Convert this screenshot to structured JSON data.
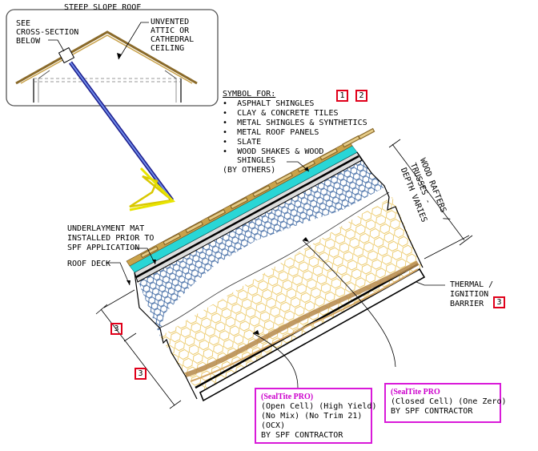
{
  "title": "STEEP SLOPE ROOF",
  "inset": {
    "see_label": [
      "SEE",
      "CROSS-SECTION",
      "BELOW"
    ],
    "attic_label": [
      "UNVENTED",
      "ATTIC OR",
      "CATHEDRAL",
      "CEILING"
    ]
  },
  "symbol_block": {
    "heading": "SYMBOL FOR:",
    "items": [
      "ASPHALT SHINGLES",
      "CLAY & CONCRETE TILES",
      "METAL SHINGLES & SYNTHETICS",
      "METAL ROOF PANELS",
      "SLATE",
      "WOOD SHAKES & WOOD",
      "SHINGLES"
    ],
    "footer": "(BY OTHERS)",
    "badges": [
      "1",
      "2"
    ]
  },
  "rafters_label": [
    "WOOD RAFTERS /",
    "TRUSSES -",
    "DEPTH VARIES"
  ],
  "underlayment_label": [
    "UNDERLAYMENT MAT",
    "INSTALLED PRIOR TO",
    "SPF APPLICATION"
  ],
  "roof_deck_label": "ROOF DECK",
  "thermal_label": [
    "THERMAL /",
    "IGNITION",
    "BARRIER"
  ],
  "thermal_badge": "3",
  "left_badges": [
    "3",
    "3"
  ],
  "spec_open": {
    "brand": "(SealTite PRO)",
    "lines": [
      "(Open Cell) (High Yield)",
      "(No Mix) (No Trim 21)",
      "(OCX)",
      "BY SPF CONTRACTOR"
    ]
  },
  "spec_closed": {
    "brand": "(SealTite PRO",
    "lines": [
      "(Closed Cell) (One Zero)",
      "BY SPF CONTRACTOR"
    ]
  },
  "colors": {
    "badge_border": "#e0001a",
    "spec_border": "#d91ad9",
    "brand_text": "#cc00cc",
    "closed_cell_fill": "#2f5d9c",
    "open_cell_fill": "#e6b93a",
    "underlayment": "#29d6d6",
    "arrow": "#e8e400",
    "wood": "#b5884a"
  }
}
